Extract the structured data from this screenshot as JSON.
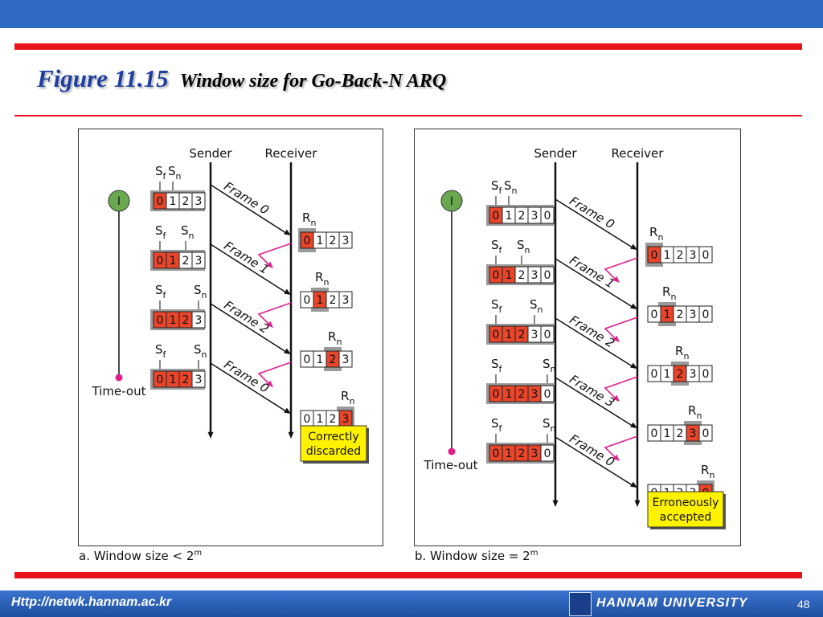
{
  "header": {
    "figure_label": "Figure 11.15",
    "figure_title": "Window size for Go-Back-N ARQ"
  },
  "colors": {
    "band_blue": "#2f6bc4",
    "rule_red": "#e8141b",
    "frame_red": "#e8452a",
    "timer_green": "#6aa84f",
    "nak_magenta": "#e0208b",
    "note_yellow": "#fff200",
    "shade_grey": "#9a9a9a"
  },
  "labels": {
    "sender": "Sender",
    "receiver": "Receiver",
    "timeout": "Time-out",
    "timer": "I",
    "sf": "S",
    "sf_sub": "f",
    "sn": "S",
    "sn_sub": "n",
    "rn": "R",
    "rn_sub": "n"
  },
  "panels": [
    {
      "id": "a",
      "caption_text": "a. Window size < 2",
      "caption_sup": "m",
      "note": [
        "Correctly",
        "discarded"
      ],
      "sender_rows": [
        {
          "cells": [
            "0",
            "1",
            "2",
            "3"
          ],
          "sent": 1
        },
        {
          "cells": [
            "0",
            "1",
            "2",
            "3"
          ],
          "sent": 2
        },
        {
          "cells": [
            "0",
            "1",
            "2",
            "3"
          ],
          "sent": 3
        },
        {
          "cells": [
            "0",
            "1",
            "2",
            "3"
          ],
          "sent": 3
        }
      ],
      "frames": [
        "Frame 0",
        "Frame 1",
        "Frame 2",
        "Frame 0"
      ],
      "receiver_rows": [
        {
          "cells": [
            "0",
            "1",
            "2",
            "3"
          ],
          "expected": 0
        },
        {
          "cells": [
            "0",
            "1",
            "2",
            "3"
          ],
          "expected": 1
        },
        {
          "cells": [
            "0",
            "1",
            "2",
            "3"
          ],
          "expected": 2
        },
        {
          "cells": [
            "0",
            "1",
            "2",
            "3"
          ],
          "expected": 3
        }
      ]
    },
    {
      "id": "b",
      "caption_text": "b. Window size = 2",
      "caption_sup": "m",
      "note": [
        "Erroneously",
        "accepted"
      ],
      "sender_rows": [
        {
          "cells": [
            "0",
            "1",
            "2",
            "3",
            "0"
          ],
          "sent": 1
        },
        {
          "cells": [
            "0",
            "1",
            "2",
            "3",
            "0"
          ],
          "sent": 2
        },
        {
          "cells": [
            "0",
            "1",
            "2",
            "3",
            "0"
          ],
          "sent": 3
        },
        {
          "cells": [
            "0",
            "1",
            "2",
            "3",
            "0"
          ],
          "sent": 4
        },
        {
          "cells": [
            "0",
            "1",
            "2",
            "3",
            "0"
          ],
          "sent": 4
        }
      ],
      "frames": [
        "Frame 0",
        "Frame 1",
        "Frame 2",
        "Frame 3",
        "Frame 0"
      ],
      "receiver_rows": [
        {
          "cells": [
            "0",
            "1",
            "2",
            "3",
            "0"
          ],
          "expected": 0
        },
        {
          "cells": [
            "0",
            "1",
            "2",
            "3",
            "0"
          ],
          "expected": 1
        },
        {
          "cells": [
            "0",
            "1",
            "2",
            "3",
            "0"
          ],
          "expected": 2
        },
        {
          "cells": [
            "0",
            "1",
            "2",
            "3",
            "0"
          ],
          "expected": 3
        },
        {
          "cells": [
            "0",
            "1",
            "2",
            "3",
            "0"
          ],
          "expected": 4
        }
      ]
    }
  ],
  "footer": {
    "url": "Http://netwk.hannam.ac.kr",
    "university": "HANNAM  UNIVERSITY",
    "page": "48"
  }
}
